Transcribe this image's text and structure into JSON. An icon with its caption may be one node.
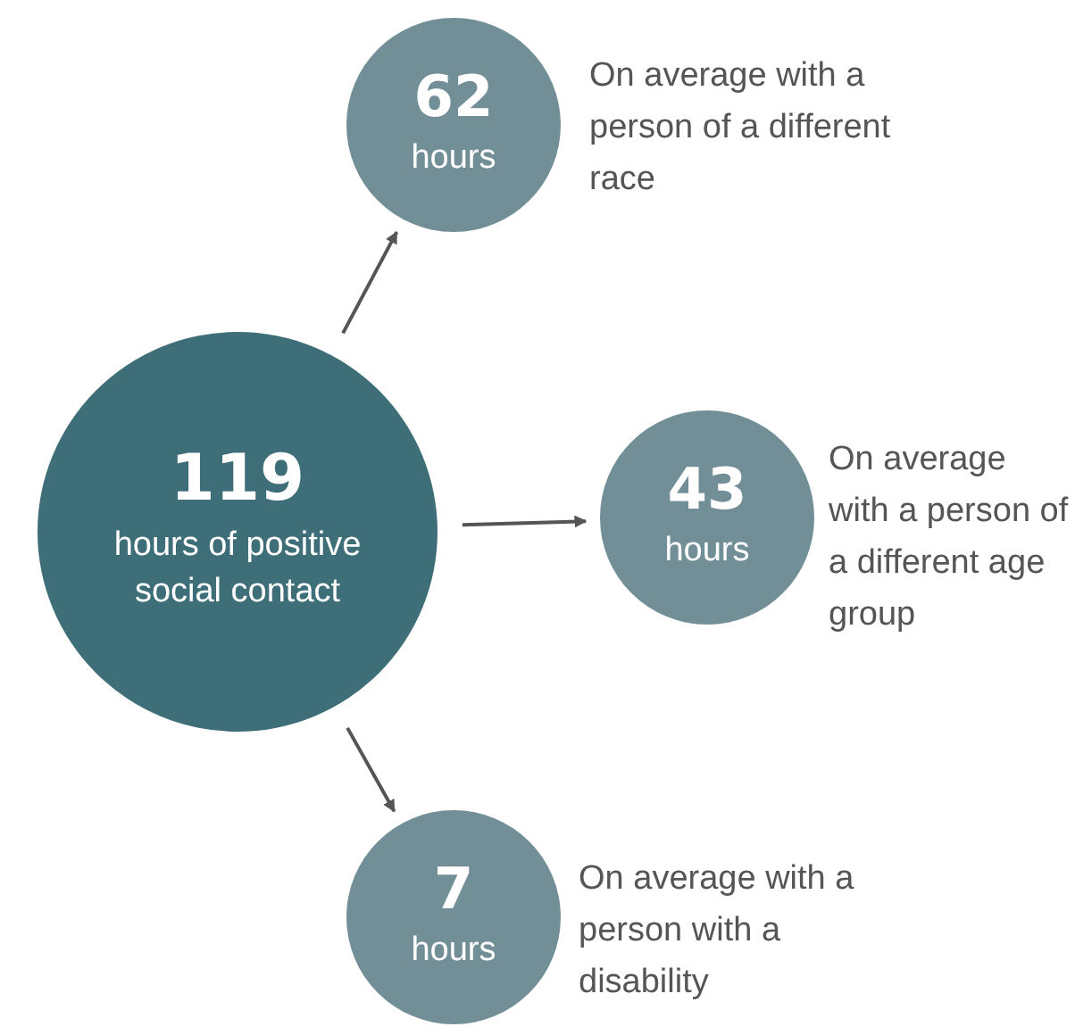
{
  "diagram": {
    "nodes": [
      {
        "text": [
          "119",
          "hours of positive social contact"
        ]
      },
      {
        "text": [
          "62",
          "hours"
        ],
        "beside": [
          "On average with a person of a different race"
        ]
      },
      {
        "text": [
          "43",
          "hours"
        ],
        "beside": [
          "On average with a person of a different age group"
        ]
      },
      {
        "text": [
          "7",
          "hours"
        ],
        "beside": [
          "On average with a person with a disability"
        ]
      }
    ],
    "edges": [
      {
        "from": 0,
        "to": 1,
        "arrow": "to"
      },
      {
        "from": 0,
        "to": 2,
        "arrow": "to"
      },
      {
        "from": 0,
        "to": 3,
        "arrow": "to"
      }
    ]
  }
}
